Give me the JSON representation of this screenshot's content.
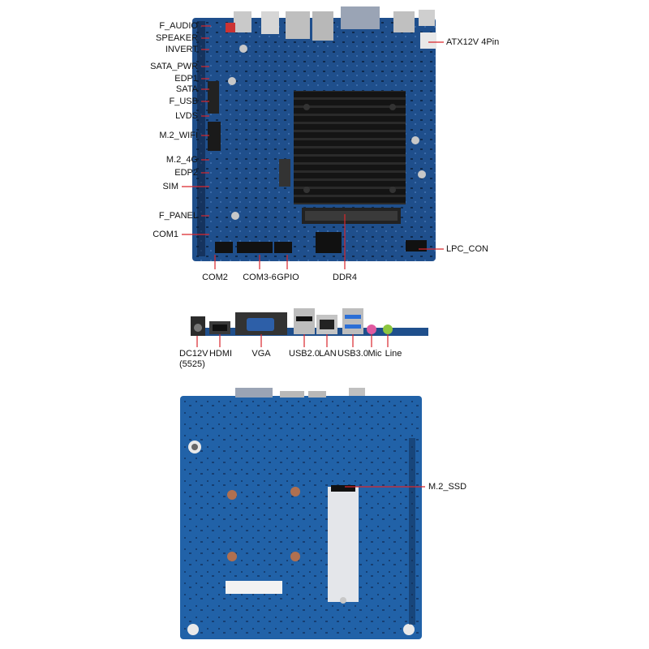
{
  "top_labels_left": [
    {
      "text": "F_AUDIO"
    },
    {
      "text": "SPEAKER"
    },
    {
      "text": "INVERT"
    },
    {
      "text": "SATA_PWR"
    },
    {
      "text": "EDP1"
    },
    {
      "text": "SATA"
    },
    {
      "text": "F_USB"
    },
    {
      "text": "LVDS"
    },
    {
      "text": "M.2_WIFI"
    },
    {
      "text": "M.2_4G"
    },
    {
      "text": "EDP2"
    },
    {
      "text": "SIM"
    },
    {
      "text": "F_PANEL"
    },
    {
      "text": "COM1"
    }
  ],
  "top_labels_right": [
    {
      "text": "ATX12V 4Pin"
    },
    {
      "text": "LPC_CON"
    }
  ],
  "top_labels_bottom": [
    {
      "text": "COM2"
    },
    {
      "text": "COM3-6"
    },
    {
      "text": "GPIO"
    },
    {
      "text": "DDR4"
    }
  ],
  "io_labels": [
    {
      "text": "DC12V"
    },
    {
      "text": "(5525)"
    },
    {
      "text": "HDMI"
    },
    {
      "text": "VGA"
    },
    {
      "text": "USB2.0"
    },
    {
      "text": "LAN"
    },
    {
      "text": "USB3.0"
    },
    {
      "text": "Mic"
    },
    {
      "text": "Line"
    }
  ],
  "bottom_labels": [
    {
      "text": "M.2_SSD"
    }
  ],
  "colors": {
    "pcb_blue": "#1f4f8c",
    "pcb_dark": "#173e70",
    "heatsink": "#1a1a1a",
    "leader_red": "#d9262b"
  }
}
